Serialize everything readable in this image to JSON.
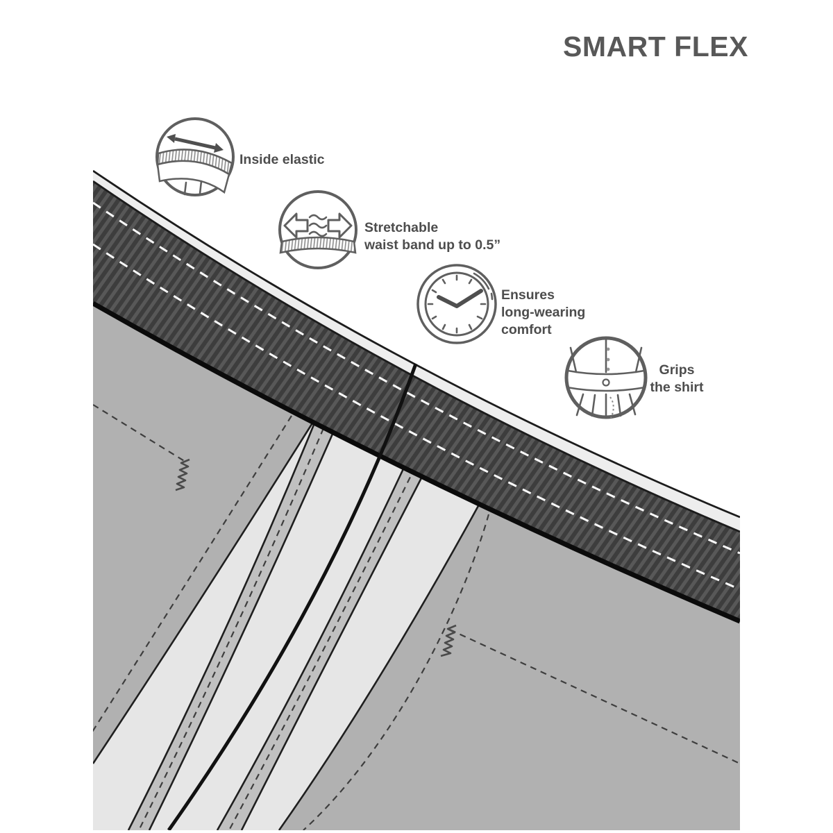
{
  "title": "SMART FLEX",
  "features": [
    {
      "icon": "elastic-band-stretch-icon",
      "lines": [
        "Inside elastic"
      ]
    },
    {
      "icon": "stretch-arrows-icon",
      "lines": [
        "Stretchable",
        "waist band up to 0.5”"
      ]
    },
    {
      "icon": "clock-icon",
      "lines": [
        "Ensures",
        "long-wearing",
        "comfort"
      ]
    },
    {
      "icon": "shirt-grip-icon",
      "lines": [
        "Grips",
        "the shirt"
      ]
    }
  ],
  "colors": {
    "background": "#ffffff",
    "title_text": "#585858",
    "label_text": "#4d4d4d",
    "line_art": "#5f5f5f",
    "waistband_dark": "#3d3d3d",
    "waistband_stripe": "#585858",
    "binding_light": "#ededed",
    "panel_gray": "#b1b1b1",
    "panel_light": "#e6e6e6",
    "strip_gray": "#c0c0c0"
  }
}
